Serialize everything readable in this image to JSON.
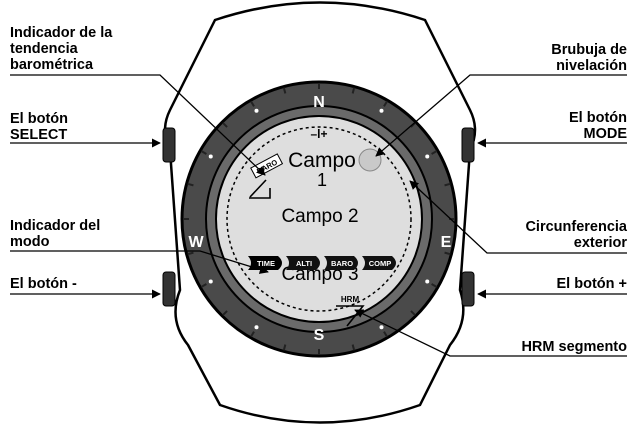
{
  "labels": {
    "barometric_trend": "Indicador de la\ntendencia\nbarométrica",
    "select_button": "El botón\nSELECT",
    "mode_indicator": "Indicador del\nmodo",
    "minus_button": "El botón -",
    "bubble_level": "Brubuja de\nnivelación",
    "mode_button": "El botón\nMODE",
    "outer_circumference": "Circunferencia\nexterior",
    "plus_button": "El botón +",
    "hrm_segment": "HRM segmento"
  },
  "display": {
    "field1_a": "Campo",
    "field1_b": "1",
    "field2": "Campo 2",
    "field3": "Campo 3",
    "baro_flag": "BARO",
    "hrm_flag": "HRM",
    "trend_marks": "–l+",
    "modes": [
      "TIME",
      "ALTI",
      "BARO",
      "COMP"
    ]
  },
  "bezel": {
    "n": "N",
    "e": "E",
    "s": "S",
    "w": "W"
  },
  "colors": {
    "strap": "#222222",
    "bezel": "#4a4a4a",
    "screen": "#dedede",
    "ink": "#000000"
  }
}
